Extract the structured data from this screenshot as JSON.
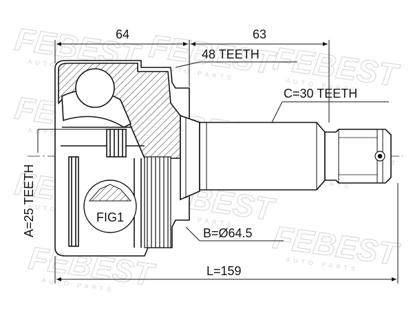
{
  "diagram": {
    "dimensions": {
      "dim_top_left": "64",
      "dim_top_right": "63",
      "teeth_outer": "48 TEETH",
      "teeth_spline": "C=30 TEETH",
      "teeth_inner": "A=25 TEETH",
      "abs_diameter": "B=Ø64.5",
      "overall_length": "L=159"
    },
    "fig_label": "FIG1",
    "watermark": {
      "brand": "FEBEST",
      "tagline": "AUTO PARTS"
    }
  }
}
